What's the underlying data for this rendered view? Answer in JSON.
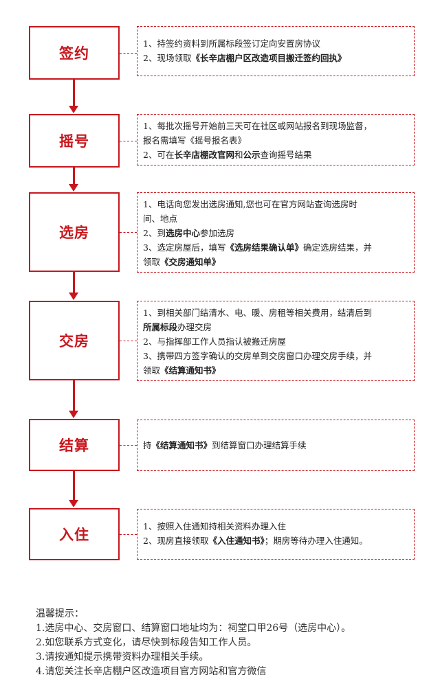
{
  "steps": [
    {
      "label": "签约",
      "lines": [
        [
          {
            "t": "1、持签约资料到所属标段签订定向安置房协议"
          }
        ],
        [
          {
            "t": "2、现场领取"
          },
          {
            "t": "《长辛店棚户区改造项目搬迁签约回执》",
            "b": true
          }
        ]
      ]
    },
    {
      "label": "摇号",
      "lines": [
        [
          {
            "t": "1、每批次摇号开始前三天可在社区或网站报名到现场监督，"
          }
        ],
        [
          {
            "t": "报名需填写《摇号报名表》"
          }
        ],
        [
          {
            "t": "2、可在"
          },
          {
            "t": "长辛店棚改官网",
            "b": true
          },
          {
            "t": "和"
          },
          {
            "t": "公示",
            "b": true
          },
          {
            "t": "查询摇号结果"
          }
        ]
      ]
    },
    {
      "label": "选房",
      "lines": [
        [
          {
            "t": "1、电话向您发出选房通知,您也可在官方网站查询选房时"
          }
        ],
        [
          {
            "t": "间、地点"
          }
        ],
        [
          {
            "t": "2、到"
          },
          {
            "t": "选房中心",
            "b": true
          },
          {
            "t": "参加选房"
          }
        ],
        [
          {
            "t": "3、选定房屋后，填写"
          },
          {
            "t": "《选房结果确认单》",
            "b": true
          },
          {
            "t": "确定选房结果，并"
          }
        ],
        [
          {
            "t": "领取"
          },
          {
            "t": "《交房通知单》",
            "b": true
          }
        ]
      ]
    },
    {
      "label": "交房",
      "lines": [
        [
          {
            "t": "1、到相关部门结清水、电、暖、房租等相关费用，结清后到"
          }
        ],
        [
          {
            "t": "所属标段",
            "b": true
          },
          {
            "t": "办理交房"
          }
        ],
        [
          {
            "t": "2、与指挥部工作人员指认被搬迁房屋"
          }
        ],
        [
          {
            "t": "3、携带四方签字确认的交房单到交房窗口办理交房手续，并"
          }
        ],
        [
          {
            "t": "领取"
          },
          {
            "t": "《结算通知书》",
            "b": true
          }
        ]
      ]
    },
    {
      "label": "结算",
      "lines": [
        [
          {
            "t": "持"
          },
          {
            "t": "《结算通知书》",
            "b": true
          },
          {
            "t": "到结算窗口办理结算手续"
          }
        ]
      ]
    },
    {
      "label": "入住",
      "lines": [
        [
          {
            "t": "1、按照入住通知持相关资料办理入住"
          }
        ],
        [
          {
            "t": "2、现房直接领取"
          },
          {
            "t": "《入住通知书》",
            "b": true
          },
          {
            "t": "；期房等待办理入住通知。"
          }
        ]
      ]
    }
  ],
  "tips": {
    "title": "温馨提示：",
    "items": [
      "1.选房中心、交房窗口、结算窗口地址均为：祠堂口甲26号（选房中心）。",
      "2.如您联系方式变化，请尽快到标段告知工作人员。",
      "3.请按通知提示携带资料办理相关手续。",
      "4.请您关注长辛店棚户区改造项目官方网站和官方微信"
    ]
  }
}
